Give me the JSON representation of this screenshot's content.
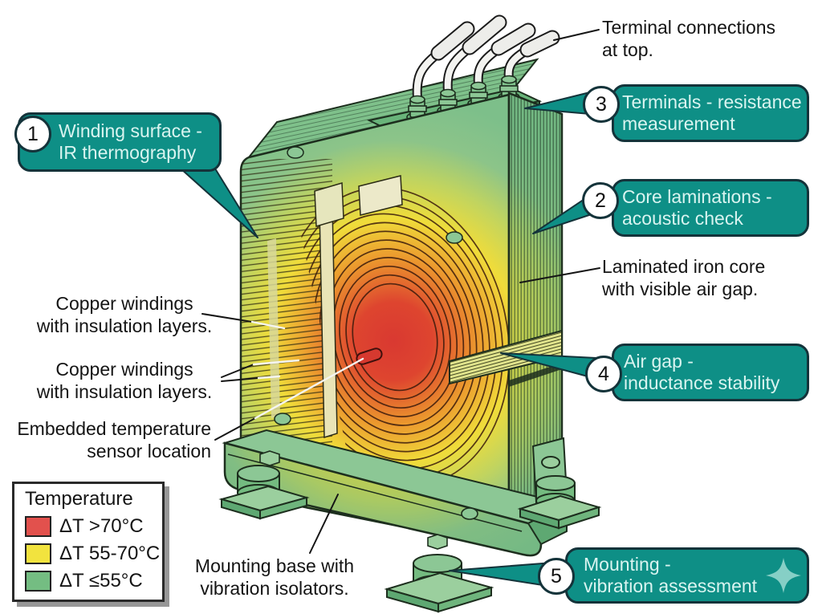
{
  "figure": {
    "subject": "Cutaway transformer with infrared thermal overlay and inspection callouts",
    "colors": {
      "badge_teal": "#0E8F86",
      "badge_text": "#D9F4F0",
      "heat_red": "#D93931",
      "heat_yellow": "#F0DC3A",
      "core_green": "#7DBF8A"
    },
    "icons": {
      "badge5_decoration": "sparkle-icon"
    }
  },
  "badges": [
    {
      "number": "1",
      "line1": "Winding surface -",
      "line2": "IR thermography"
    },
    {
      "number": "2",
      "line1": "Core laminations -",
      "line2": "acoustic check"
    },
    {
      "number": "3",
      "line1": "Terminals - resistance",
      "line2": "measurement"
    },
    {
      "number": "4",
      "line1": "Air gap -",
      "line2": "inductance stability"
    },
    {
      "number": "5",
      "line1": "Mounting -",
      "line2": "vibration assessment"
    }
  ],
  "labels": {
    "terminals": {
      "line1": "Terminal connections",
      "line2": "at top."
    },
    "core": {
      "line1": "Laminated iron core",
      "line2": "with visible air gap."
    },
    "windings1": {
      "line1": "Copper windings",
      "line2": "with insulation layers."
    },
    "windings2": {
      "line1": "Copper windings",
      "line2": "with insulation layers."
    },
    "sensor": {
      "line1": "Embedded temperature",
      "line2": "sensor location"
    },
    "base": {
      "line1": "Mounting base with",
      "line2": "vibration isolators."
    }
  },
  "legend": {
    "title": "Temperature",
    "rows": [
      {
        "color": "#E2514D",
        "label": "ΔT >70°C"
      },
      {
        "color": "#F2E33E",
        "label": "ΔT 55-70°C"
      },
      {
        "color": "#74BD82",
        "label": "ΔT ≤55°C"
      }
    ]
  }
}
